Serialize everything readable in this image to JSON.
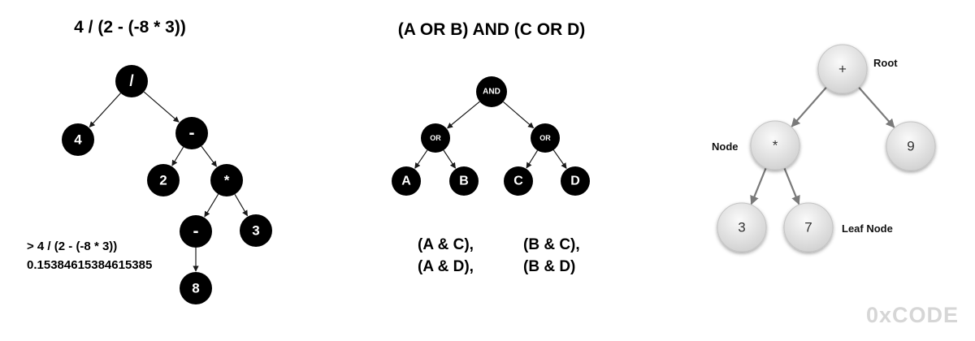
{
  "expr_tree": {
    "title": "4 / (2 - (-8 * 3))",
    "nodes": [
      {
        "id": "n1",
        "label": "/"
      },
      {
        "id": "n2",
        "label": "4"
      },
      {
        "id": "n3",
        "label": "-"
      },
      {
        "id": "n4",
        "label": "2"
      },
      {
        "id": "n5",
        "label": "*"
      },
      {
        "id": "n6",
        "label": "-"
      },
      {
        "id": "n7",
        "label": "3"
      },
      {
        "id": "n8",
        "label": "8"
      }
    ],
    "edges": [
      [
        "n1",
        "n2"
      ],
      [
        "n1",
        "n3"
      ],
      [
        "n3",
        "n4"
      ],
      [
        "n3",
        "n5"
      ],
      [
        "n5",
        "n6"
      ],
      [
        "n5",
        "n7"
      ],
      [
        "n6",
        "n8"
      ]
    ],
    "console_input": "> 4 / (2 - (-8 * 3))",
    "console_output": "0.15384615384615385"
  },
  "bool_tree": {
    "title": "(A OR B) AND (C OR D)",
    "nodes": [
      {
        "id": "b1",
        "label": "AND"
      },
      {
        "id": "b2",
        "label": "OR"
      },
      {
        "id": "b3",
        "label": "OR"
      },
      {
        "id": "b4",
        "label": "A"
      },
      {
        "id": "b5",
        "label": "B"
      },
      {
        "id": "b6",
        "label": "C"
      },
      {
        "id": "b7",
        "label": "D"
      }
    ],
    "edges": [
      [
        "b1",
        "b2"
      ],
      [
        "b1",
        "b3"
      ],
      [
        "b2",
        "b4"
      ],
      [
        "b2",
        "b5"
      ],
      [
        "b3",
        "b6"
      ],
      [
        "b3",
        "b7"
      ]
    ],
    "combos": [
      "(A & C),",
      "(A & D),",
      "(B & C),",
      "(B & D)"
    ]
  },
  "struct_tree": {
    "nodes": [
      {
        "id": "s1",
        "label": "+"
      },
      {
        "id": "s2",
        "label": "*"
      },
      {
        "id": "s3",
        "label": "9"
      },
      {
        "id": "s4",
        "label": "3"
      },
      {
        "id": "s5",
        "label": "7"
      }
    ],
    "edges": [
      [
        "s1",
        "s2"
      ],
      [
        "s1",
        "s3"
      ],
      [
        "s2",
        "s4"
      ],
      [
        "s2",
        "s5"
      ]
    ],
    "labels": {
      "root": "Root",
      "node": "Node",
      "leaf": "Leaf Node"
    }
  },
  "watermark": "0xCODE",
  "colors": {
    "dark_node": "#000000",
    "light_node_top": "#f7f7f7",
    "light_node_bottom": "#d2d2d2",
    "edge_dark": "#1a1a1a",
    "edge_gray": "#7a7a7a",
    "watermark": "#d6d6d6"
  }
}
